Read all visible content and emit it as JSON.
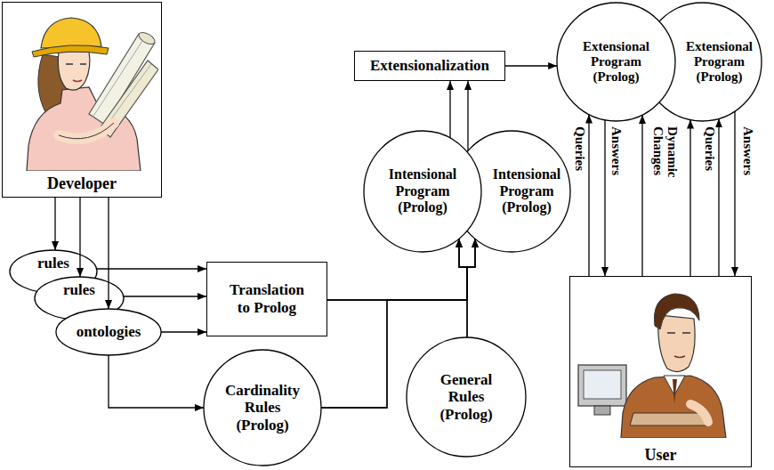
{
  "diagram": {
    "nodes": [
      {
        "text": [
          "Developer"
        ]
      },
      {
        "text": [
          "rules"
        ]
      },
      {
        "text": [
          "rules"
        ]
      },
      {
        "text": [
          "ontologies"
        ]
      },
      {
        "text": [
          "Translation to Prolog"
        ]
      },
      {
        "text": [
          "Cardinality Rules (Prolog)"
        ]
      },
      {
        "text": [
          "General Rules (Prolog)"
        ]
      },
      {
        "text": [
          "Intensional Program (Prolog)"
        ]
      },
      {
        "text": [
          "Intensional Program (Prolog)"
        ]
      },
      {
        "text": [
          "Extensionalization"
        ]
      },
      {
        "text": [
          "Extensional Program (Prolog)"
        ]
      },
      {
        "text": [
          "Extensional Program (Prolog)"
        ]
      },
      {
        "text": [
          "User"
        ]
      }
    ],
    "edges": [
      {
        "from": 0,
        "to": 1,
        "arrow": "to"
      },
      {
        "from": 0,
        "to": 2,
        "arrow": "to"
      },
      {
        "from": 0,
        "to": 3,
        "arrow": "to"
      },
      {
        "from": 1,
        "to": 4,
        "arrow": "to"
      },
      {
        "from": 2,
        "to": 4,
        "arrow": "to"
      },
      {
        "from": 3,
        "to": 4,
        "arrow": "to"
      },
      {
        "from": 3,
        "to": 5,
        "arrow": "to"
      },
      {
        "from": 4,
        "to": 7,
        "arrow": "to"
      },
      {
        "from": 4,
        "to": 8,
        "arrow": "to"
      },
      {
        "from": 5,
        "to": 7,
        "arrow": "to"
      },
      {
        "from": 5,
        "to": 8,
        "arrow": "to"
      },
      {
        "from": 6,
        "to": 7,
        "arrow": "to"
      },
      {
        "from": 6,
        "to": 8,
        "arrow": "to"
      },
      {
        "from": 7,
        "to": 9,
        "arrow": "to"
      },
      {
        "from": 8,
        "to": 9,
        "arrow": "to"
      },
      {
        "from": 9,
        "to": 10,
        "arrow": "to"
      },
      {
        "from": 12,
        "to": 10,
        "label": "Queries",
        "arrow": "to"
      },
      {
        "from": 10,
        "to": 12,
        "label": "Answers",
        "arrow": "to"
      },
      {
        "from": 12,
        "to": 10,
        "label": "Dynamic Changes",
        "arrow": "to"
      },
      {
        "from": 12,
        "to": 11,
        "arrow": "to"
      },
      {
        "from": 12,
        "to": 11,
        "label": "Queries",
        "arrow": "to"
      },
      {
        "from": 11,
        "to": 12,
        "label": "Answers",
        "arrow": "to"
      }
    ]
  }
}
